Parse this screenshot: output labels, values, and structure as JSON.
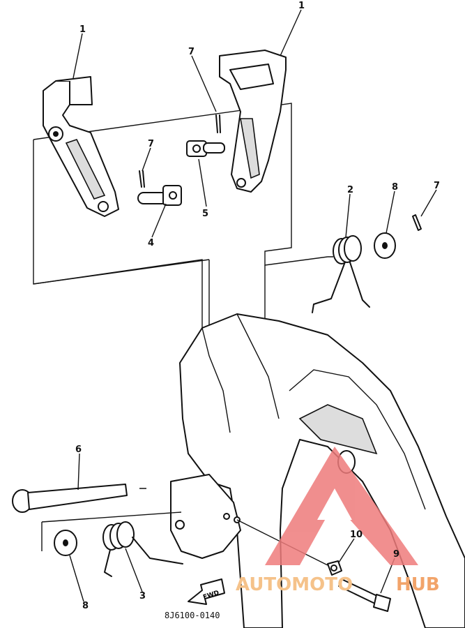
{
  "callouts": {
    "c1a": "1",
    "c1b": "1",
    "c2": "2",
    "c3": "3",
    "c4": "4",
    "c5": "5",
    "c6": "6",
    "c7a": "7",
    "c7b": "7",
    "c7c": "7",
    "c8a": "8",
    "c8b": "8",
    "c9": "9",
    "c10": "10"
  },
  "fwd_label": "FWD",
  "drawing_code": "8J6100-0140",
  "watermark": {
    "text_auto": "AUTOMOTO",
    "text_hub": "HUB",
    "color_auto": "#F5C28A",
    "color_hub": "#F2A46A",
    "logo_color": "#EE7B7B"
  }
}
